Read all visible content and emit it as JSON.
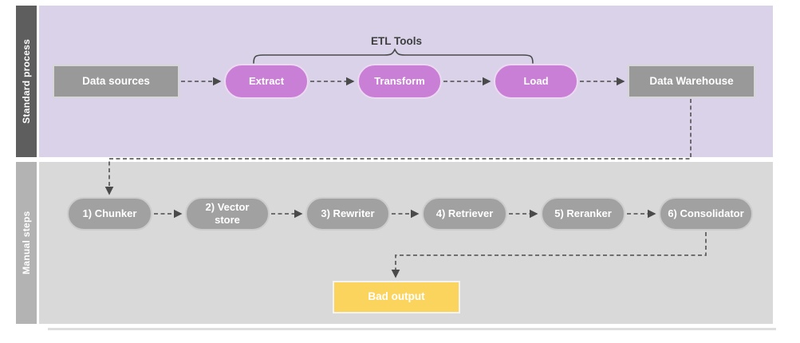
{
  "lanes": [
    {
      "label": "Standard process"
    },
    {
      "label": "Manual steps"
    }
  ],
  "standard_process": {
    "brace_label": "ETL Tools",
    "nodes": [
      {
        "label": "Data sources"
      },
      {
        "label": "Extract"
      },
      {
        "label": "Transform"
      },
      {
        "label": "Load"
      },
      {
        "label": "Data Warehouse"
      }
    ]
  },
  "manual_steps": {
    "nodes": [
      {
        "label": "1) Chunker"
      },
      {
        "label": "2) Vector store"
      },
      {
        "label": "3) Rewriter"
      },
      {
        "label": "4) Retriever"
      },
      {
        "label": "5) Reranker"
      },
      {
        "label": "6) Consolidator"
      }
    ],
    "output": {
      "label": "Bad output"
    }
  },
  "colors": {
    "standard_lane_bg": "#d9d2e9",
    "standard_lane_label_bg": "#5e5e5e",
    "manual_lane_bg": "#d9d9d9",
    "manual_lane_label_bg": "#b3b3b3",
    "etl_node_fill": "#c87fd5",
    "gray_node_fill": "#999999",
    "bad_output_fill": "#fbd45e",
    "connector_stroke": "#5f5f5f"
  }
}
